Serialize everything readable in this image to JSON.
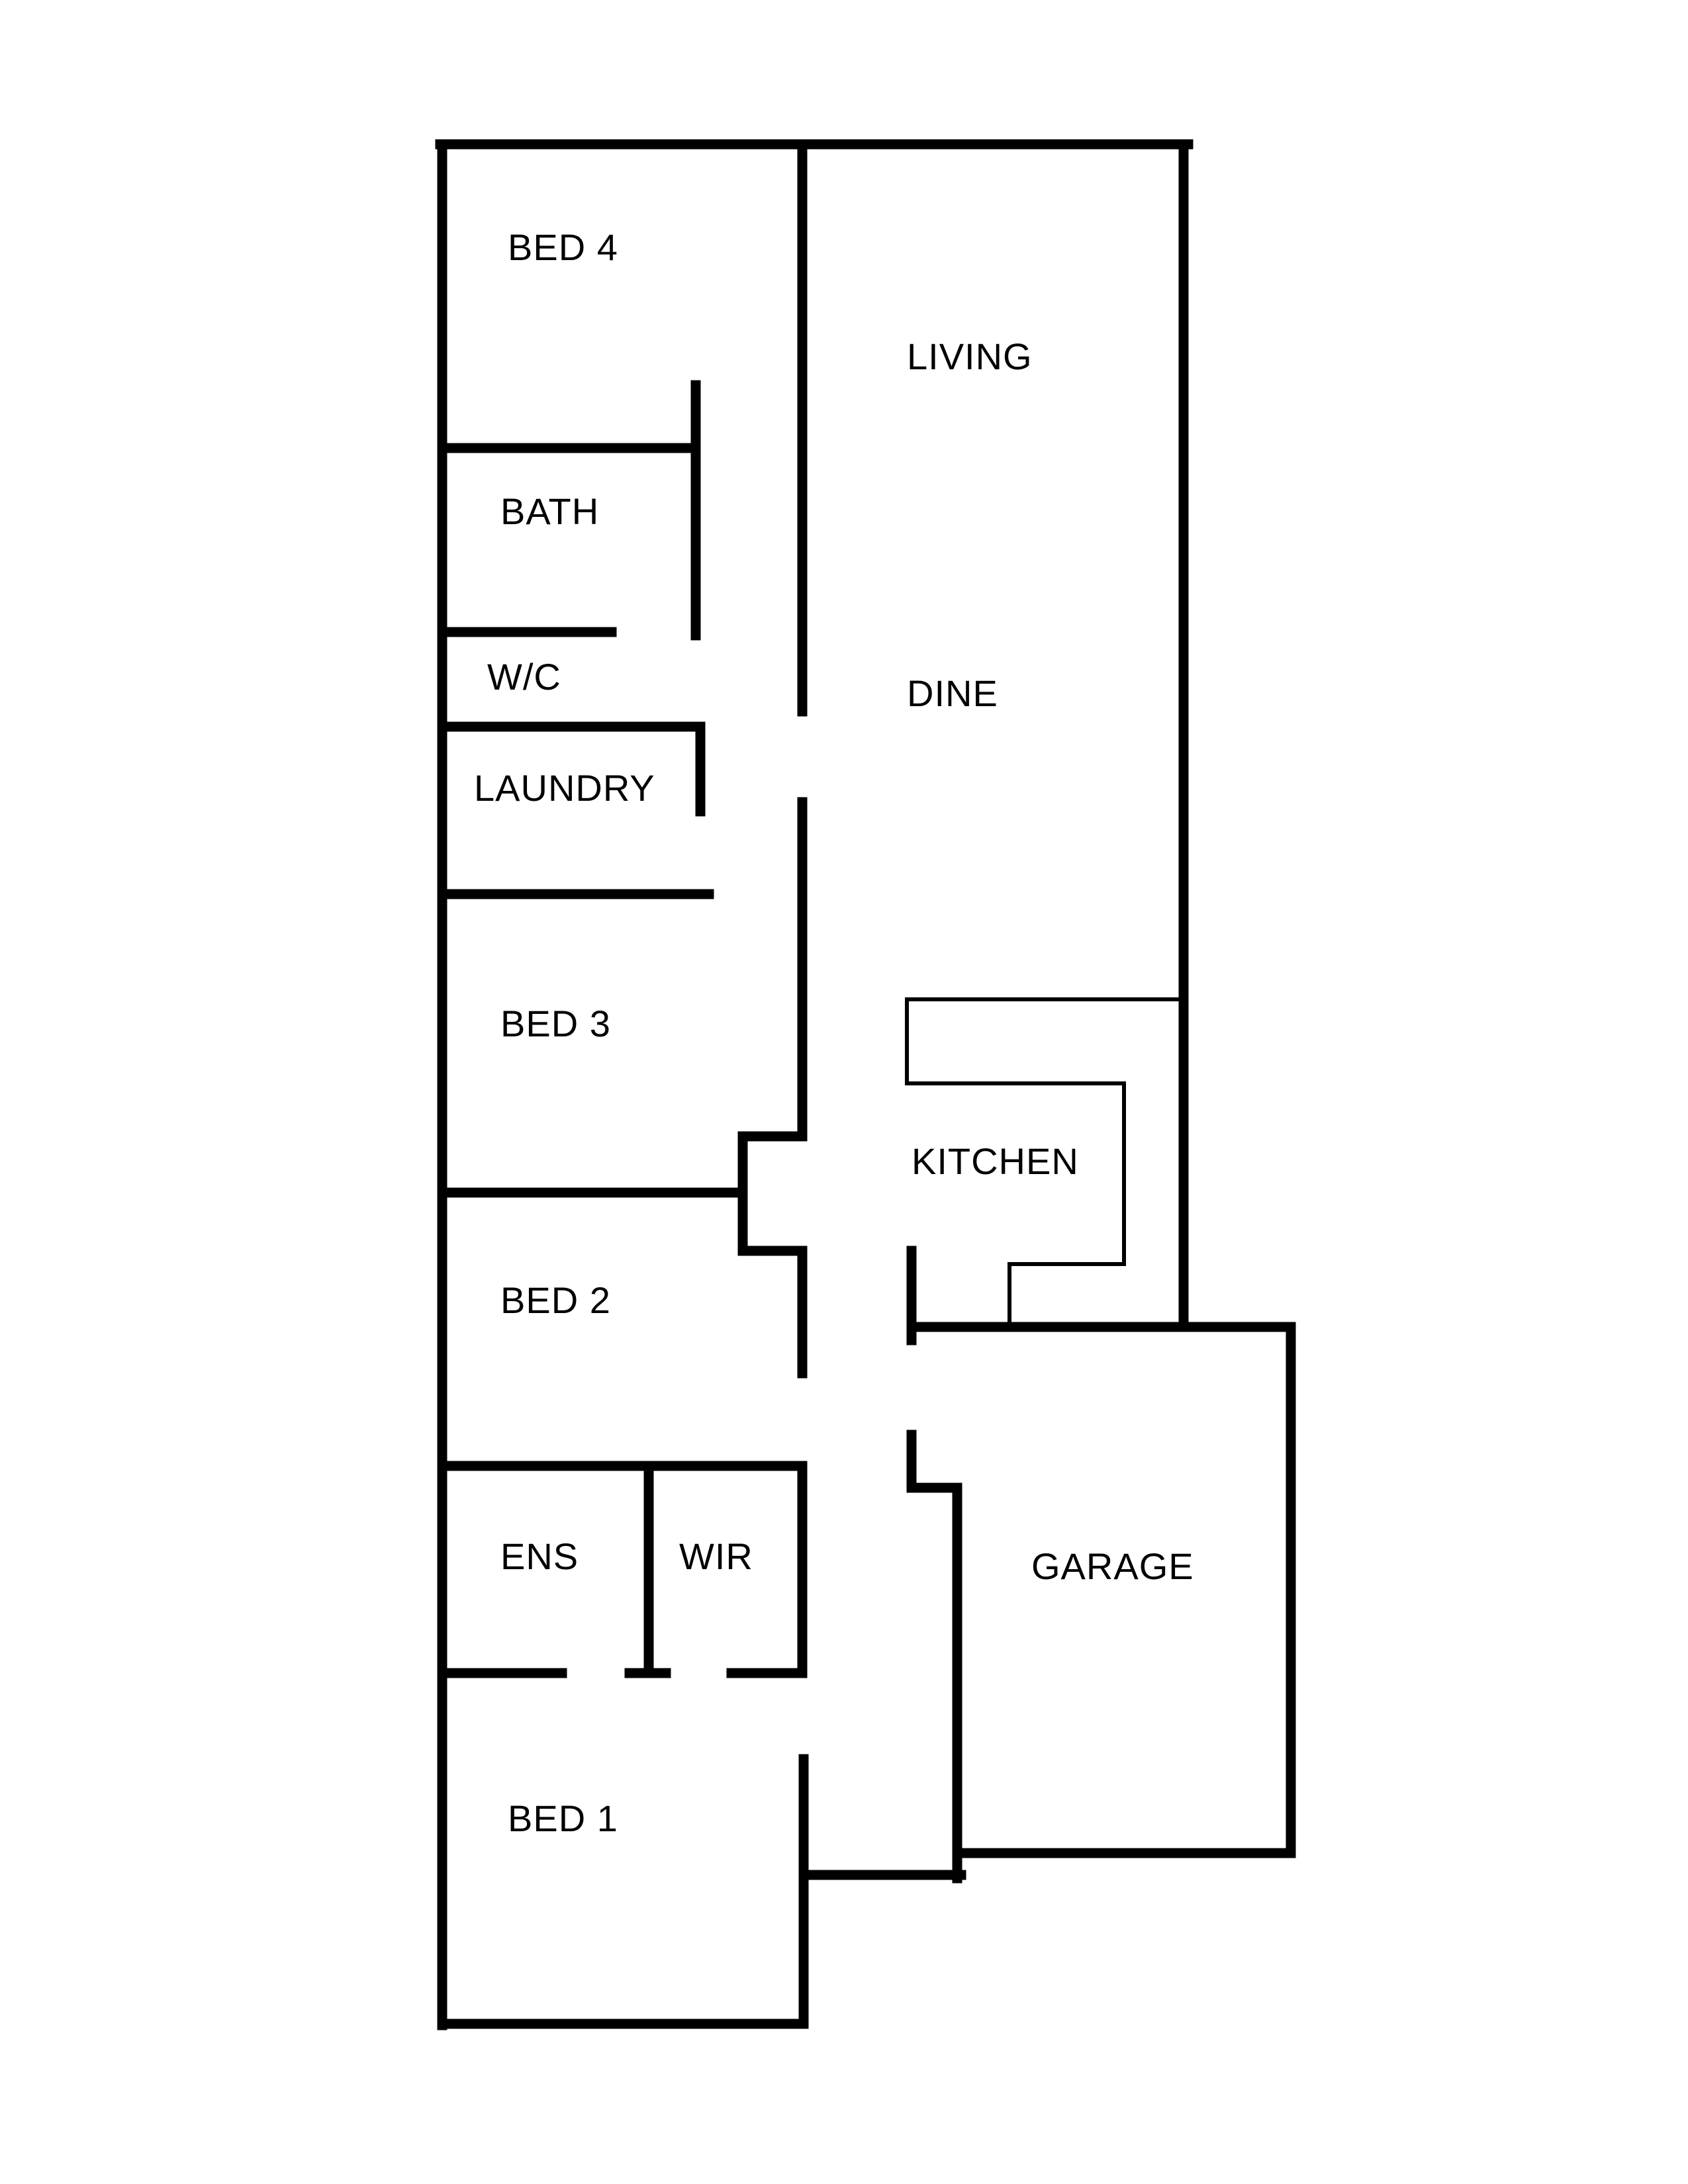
{
  "rooms": {
    "bed4": "BED 4",
    "living": "LIVING",
    "bath": "BATH",
    "wc": "W/C",
    "dine": "DINE",
    "laundry": "LAUNDRY",
    "bed3": "BED 3",
    "kitchen": "KITCHEN",
    "bed2": "BED 2",
    "ens": "ENS",
    "wir": "WIR",
    "garage": "GARAGE",
    "bed1": "BED 1"
  }
}
